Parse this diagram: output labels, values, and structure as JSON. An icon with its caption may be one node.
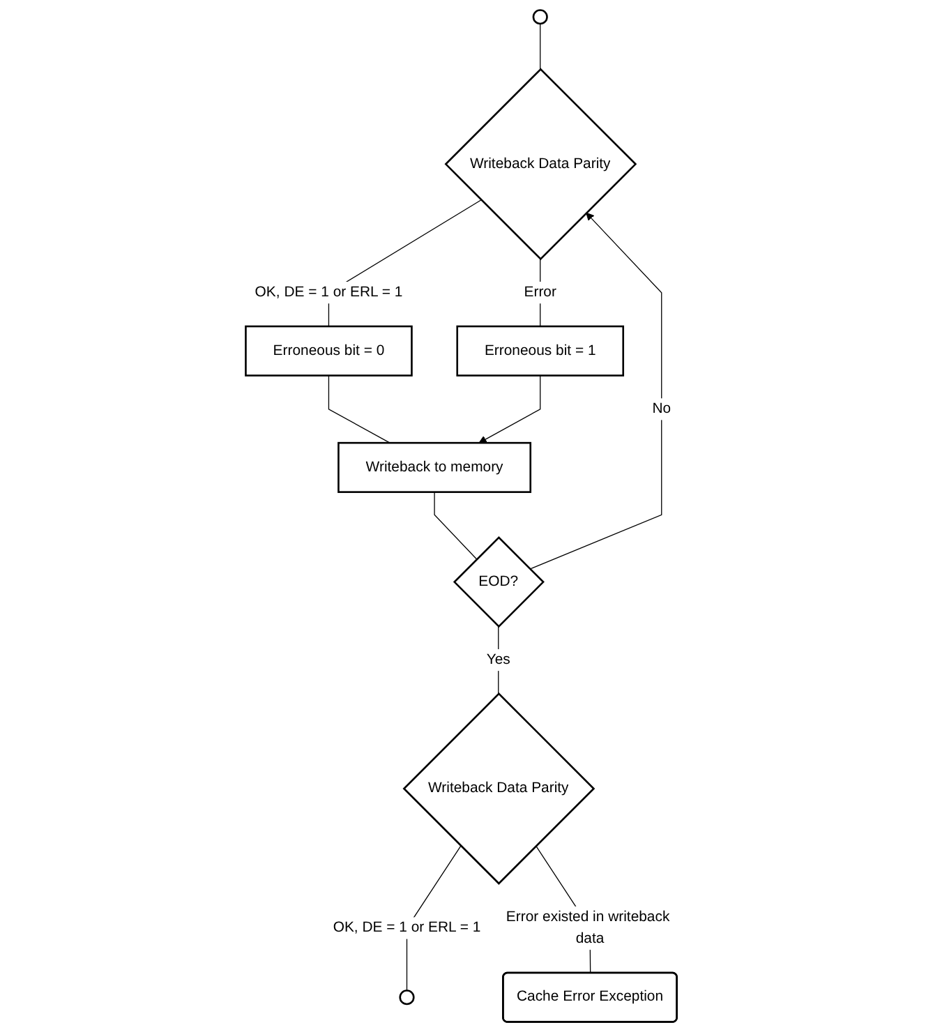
{
  "diagram": {
    "nodes": [
      {
        "text": [],
        "shape": "circle"
      },
      {
        "text": [
          "Writeback Data Parity"
        ]
      },
      {
        "text": [
          "Erroneous bit = 0"
        ]
      },
      {
        "text": [
          "Erroneous bit = 1"
        ]
      },
      {
        "text": [
          "Writeback to memory"
        ]
      },
      {
        "text": [
          "EOD?"
        ]
      },
      {
        "text": [
          "Writeback Data Parity"
        ]
      },
      {
        "text": [
          "Cache Error Exception"
        ]
      },
      {
        "text": [],
        "shape": "circle"
      }
    ],
    "edges": [
      {
        "from": 0,
        "to": 1,
        "arrow": "none"
      },
      {
        "from": 1,
        "to": 2,
        "arrow": "none",
        "label": "OK, DE = 1 or ERL = 1"
      },
      {
        "from": 1,
        "to": 3,
        "arrow": "none",
        "label": "Error"
      },
      {
        "from": 2,
        "to": 4,
        "arrow": "none"
      },
      {
        "from": 3,
        "to": 4,
        "arrow": "to"
      },
      {
        "from": 4,
        "to": 5,
        "arrow": "none"
      },
      {
        "from": 5,
        "to": 1,
        "arrow": "to",
        "label": "No"
      },
      {
        "from": 5,
        "to": 6,
        "arrow": "none",
        "label": "Yes"
      },
      {
        "from": 6,
        "to": 8,
        "arrow": "none",
        "label": "OK, DE = 1 or ERL = 1"
      },
      {
        "from": 6,
        "to": 7,
        "arrow": "none",
        "label": "Error existed in writeback data"
      }
    ]
  }
}
